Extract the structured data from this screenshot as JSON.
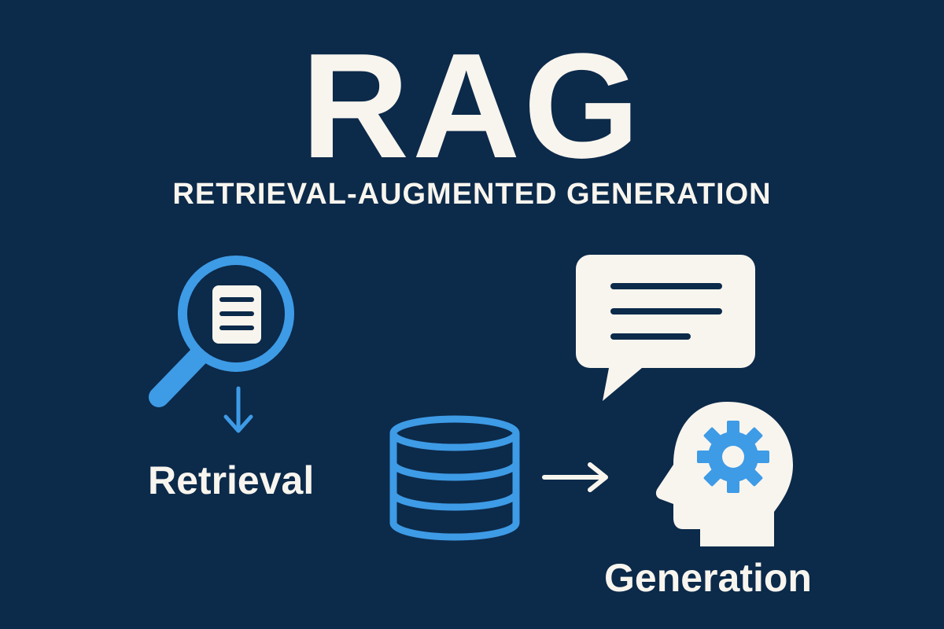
{
  "title": "RAG",
  "subtitle": "RETRIEVAL-AUGMENTED GENERATION",
  "labels": {
    "retrieval": "Retrieval",
    "generation": "Generation"
  },
  "icons": {
    "search": "magnifier-document-icon",
    "database": "database-icon",
    "chat": "speech-bubble-icon",
    "mind": "head-gear-icon",
    "down_arrow": "arrow-down-icon",
    "right_arrow": "arrow-right-icon"
  },
  "colors": {
    "background": "#0c2a4a",
    "accent": "#3e9be6",
    "light": "#f8f5ee"
  }
}
